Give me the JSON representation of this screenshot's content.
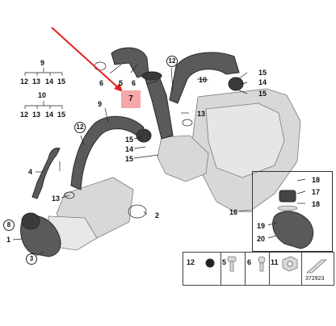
{
  "diagram": {
    "highlight_label": "7",
    "tree_9": {
      "root": "9",
      "children": [
        "12",
        "13",
        "14",
        "15"
      ]
    },
    "tree_10": {
      "root": "10",
      "children": [
        "12",
        "13",
        "14",
        "15"
      ]
    },
    "callouts": {
      "c1": "1",
      "c2": "2",
      "c3": "3",
      "c4": "4",
      "c5": "5",
      "c6a": "6",
      "c6b": "6",
      "c8": "8",
      "c9": "9",
      "c10": "10",
      "c12a": "12",
      "c12b": "12",
      "c13a": "13",
      "c13b": "13",
      "c14": "14",
      "c15a": "15",
      "c15b": "15",
      "c15c": "15",
      "c15d": "15",
      "c16": "16",
      "c17": "17",
      "c18a": "18",
      "c18b": "18",
      "c19": "19",
      "c20": "20"
    },
    "legend": {
      "i12": "12",
      "i5": "5",
      "i6": "6",
      "i11": "11"
    },
    "diagram_number": "372923",
    "colors": {
      "arrow": "#e02020",
      "highlight": "#f5a6a6"
    }
  }
}
